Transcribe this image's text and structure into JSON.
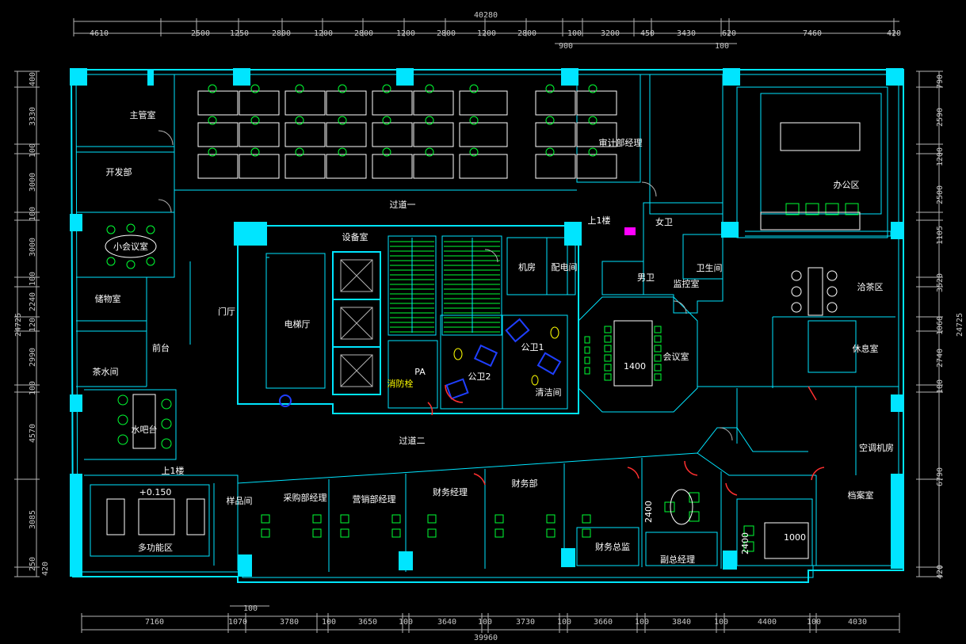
{
  "dimensions": {
    "top_total": "40280",
    "top": [
      "4610",
      "2500",
      "1250",
      "2800",
      "1200",
      "2800",
      "1200",
      "2800",
      "1200",
      "2800",
      "100",
      "3200",
      "450",
      "3430",
      "620",
      "7460",
      "420"
    ],
    "top_sub": [
      "900",
      "100"
    ],
    "bottom_total": "39960",
    "bottom": [
      "7160",
      "1070",
      "3780",
      "100",
      "3650",
      "100",
      "3640",
      "100",
      "3730",
      "100",
      "3660",
      "100",
      "3840",
      "100",
      "4400",
      "100",
      "4030"
    ],
    "bottom_sub": "100",
    "left_total": "24725",
    "left": [
      "400",
      "3330",
      "100",
      "3000",
      "100",
      "3000",
      "100",
      "2240",
      "120",
      "2990",
      "100",
      "4570",
      "3085",
      "250"
    ],
    "left_extra": "420",
    "right_total": "24725",
    "right": [
      "790",
      "2590",
      "1200",
      "2500",
      "1105",
      "3520",
      "1060",
      "2740",
      "100",
      "6790",
      "420"
    ]
  },
  "rooms": {
    "director": "主管室",
    "dev": "开发部",
    "small_meeting": "小会议室",
    "storage": "储物室",
    "pantry": "茶水间",
    "front_desk": "前台",
    "bar": "水吧台",
    "lobby": "门厅",
    "elevator_hall": "电梯厅",
    "equipment": "设备室",
    "corridor1": "过道一",
    "corridor2": "过道二",
    "machine": "机房",
    "power": "配电间",
    "pa": "PA",
    "wc1": "公卫1",
    "wc2": "公卫2",
    "janitor": "清洁间",
    "fire_hydrant": "消防栓",
    "audit": "审计部经理",
    "womens_wc": "女卫",
    "mens_wc": "男卫",
    "restroom": "卫生间",
    "monitor": "监控室",
    "meeting": "会议室",
    "office": "办公区",
    "tea": "洽茶区",
    "lounge": "休息室",
    "ac": "空调机房",
    "archive": "档案室",
    "multi": "多功能区",
    "sample": "样品间",
    "purchase": "采购部经理",
    "sales": "营销部经理",
    "finance_mgr": "财务经理",
    "finance": "财务部",
    "cfo": "财务总监",
    "gm": "副总经理",
    "upstairs1": "上1楼",
    "upstairs2": "上1楼",
    "elevation": "+0.150",
    "meeting_dim": "1400",
    "gm_dim": "2400",
    "archive_dim": "2400",
    "archive_dim2": "1000"
  }
}
